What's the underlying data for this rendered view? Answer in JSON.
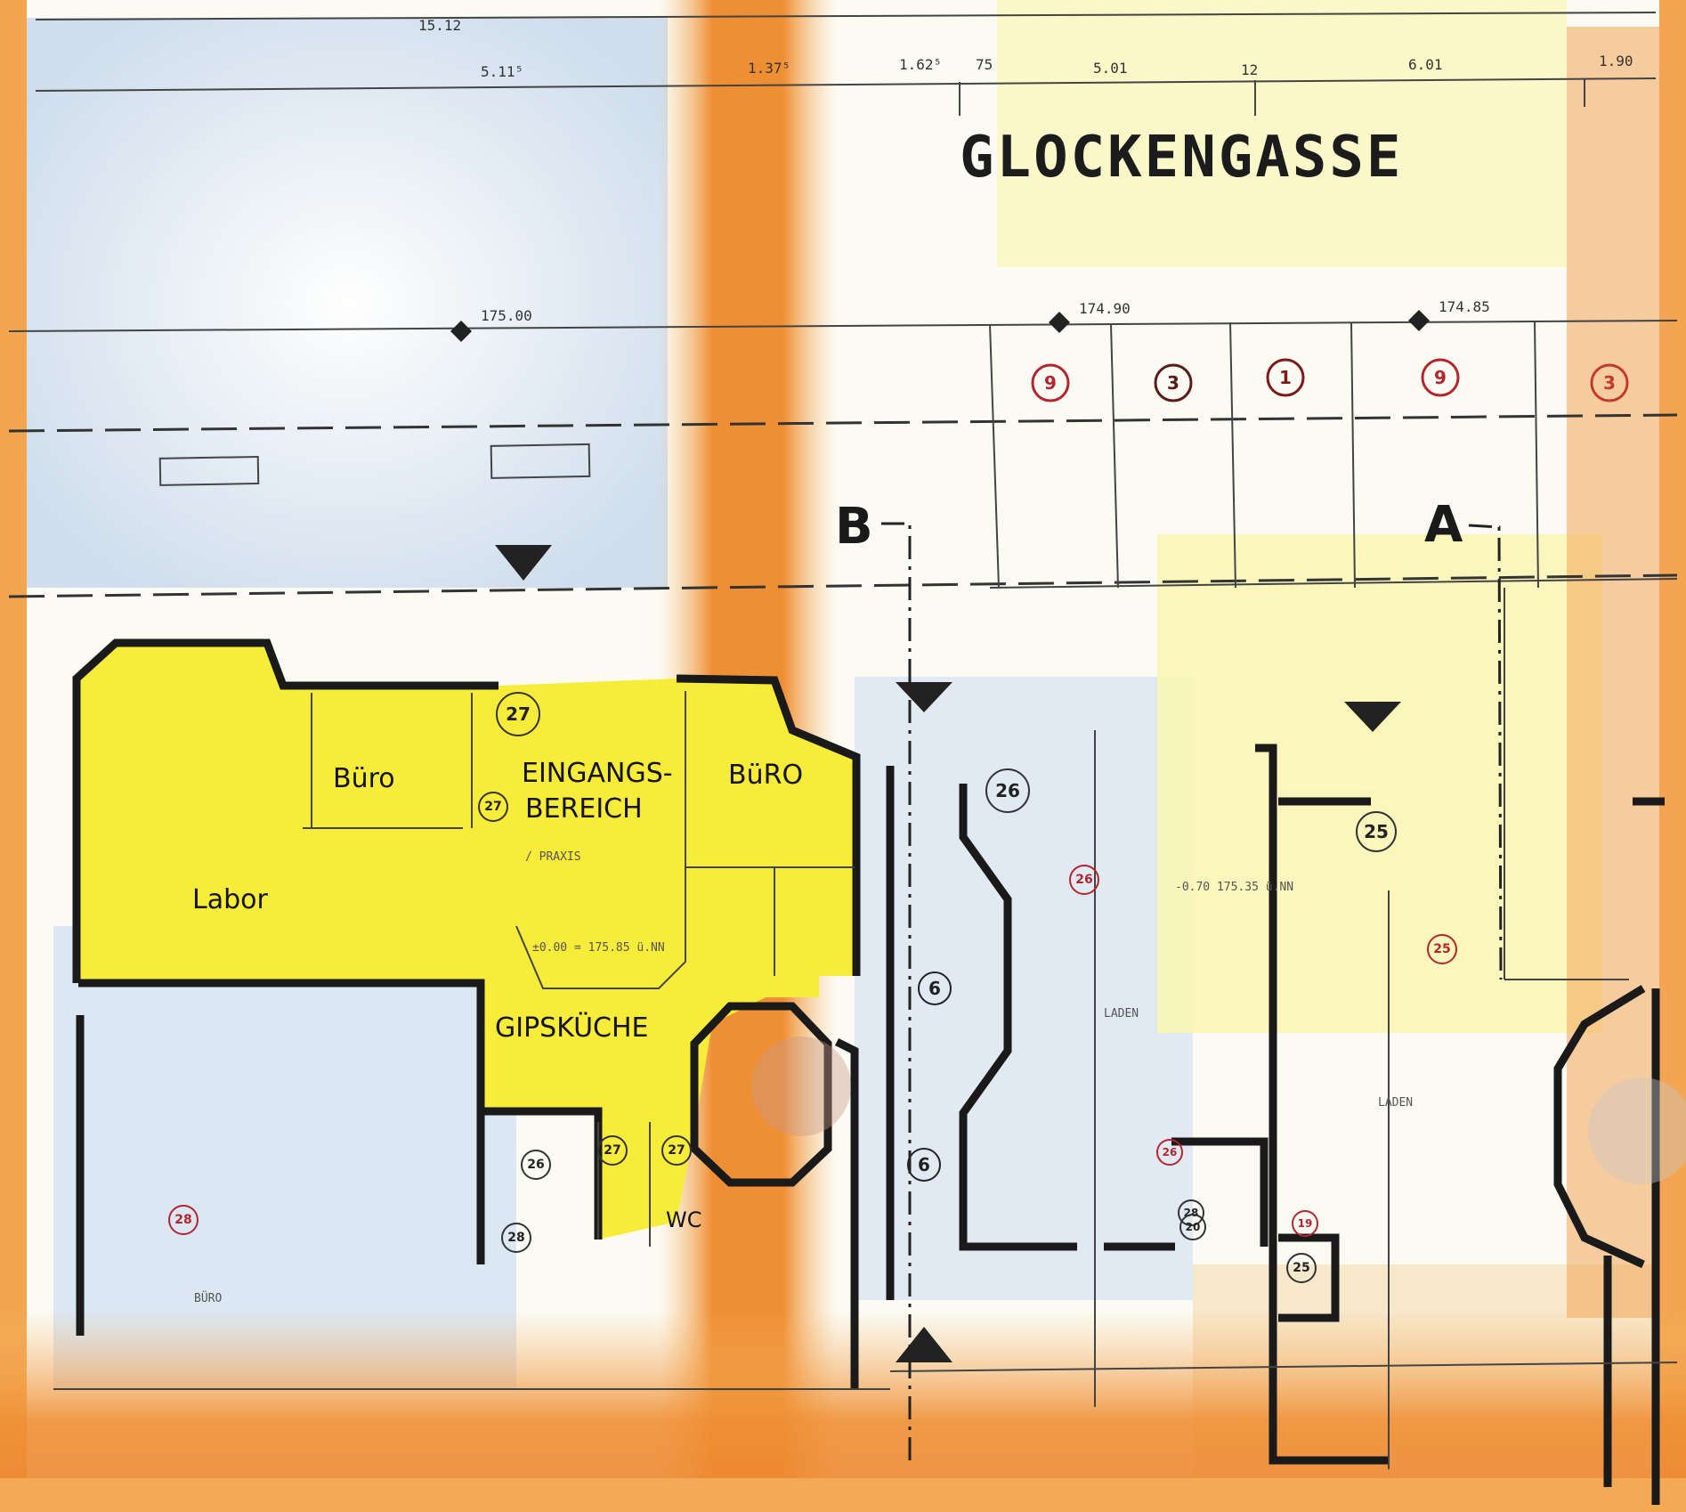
{
  "street_name": "GLOCKENGASSE",
  "top_dimensions": [
    "15.12",
    "5.11⁵",
    "1.37⁵",
    "1.62⁵",
    "75",
    "5.01",
    "12",
    "6.01",
    "1.90"
  ],
  "levels": {
    "lvl_1": "175.00",
    "lvl_2": "174.90",
    "lvl_3": "174.85",
    "lvl_4": "±0.00 = 175.85 ü.NN",
    "lvl_5": "-0.70 175.35 ü.NN"
  },
  "section_markers": [
    "A",
    "B"
  ],
  "room_labels": {
    "labor": "Labor",
    "buero_1": "Büro",
    "buero_2": "BüRO",
    "eingang_1": "EINGANGS-",
    "eingang_2": "BEREICH",
    "gipskueche": "GIPSKÜCHE",
    "wc": "WC",
    "praxis": "/ PRAXIS",
    "laden_1": "LADEN",
    "laden_2": "LADEN",
    "buero_small": "BÜRO"
  },
  "circled_numbers": {
    "parking": [
      "9",
      "3",
      "1",
      "9",
      "3"
    ],
    "main": "27",
    "entrance_marker": "27",
    "wc_left": "27",
    "wc_right": "27",
    "room_26_a": "26",
    "room_26_b": "26",
    "room_26_c": "26",
    "room_28_a": "28",
    "room_28_b": "28",
    "room_28_c": "28",
    "room_25_a": "25",
    "room_25_b": "25",
    "room_25_c": "25",
    "room_6_a": "6",
    "room_6_b": "6",
    "room_19": "19",
    "room_20": "20",
    "room_26_small": "26"
  },
  "colors": {
    "highlight_yellow": "#f7ec3a",
    "paper_blue": "#d8e4f0",
    "stripe_orange": "#ef9a3a",
    "light_yellow": "#f9f6b8",
    "red_number": "#b3262e"
  }
}
